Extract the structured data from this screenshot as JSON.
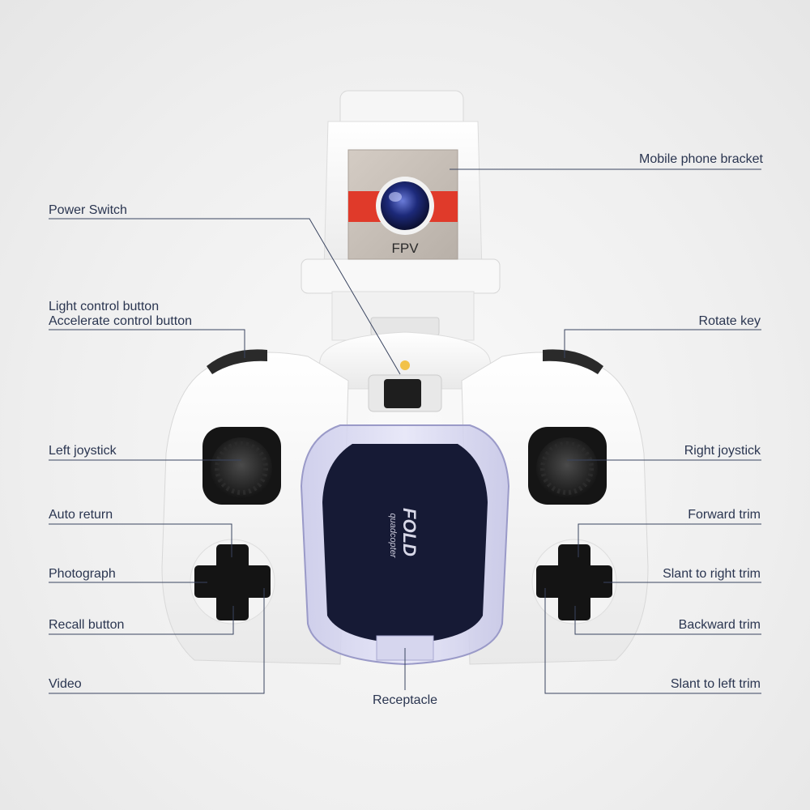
{
  "camera": {
    "badge": "FPV"
  },
  "drone": {
    "brand": "FOLD",
    "model": "quadcopter"
  },
  "labels": {
    "mobile_phone_bracket": "Mobile phone bracket",
    "power_switch": "Power Switch",
    "light_control_button": "Light control button",
    "accelerate_control_button": "Accelerate control button",
    "rotate_key": "Rotate key",
    "left_joystick": "Left joystick",
    "right_joystick": "Right joystick",
    "auto_return": "Auto return",
    "forward_trim": "Forward trim",
    "photograph": "Photograph",
    "slant_to_right_trim": "Slant to right trim",
    "recall_button": "Recall button",
    "backward_trim": "Backward trim",
    "video": "Video",
    "slant_to_left_trim": "Slant to left trim",
    "receptacle": "Receptacle"
  }
}
